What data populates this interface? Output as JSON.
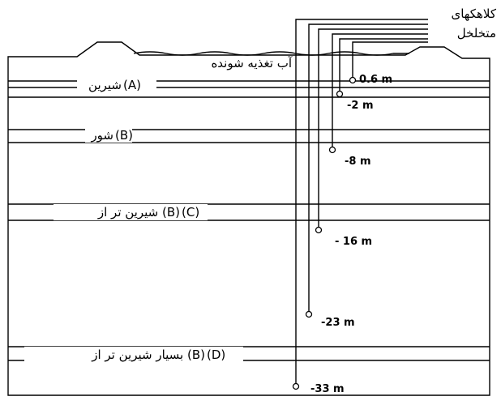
{
  "title_lines": [
    "کلاهکهای",
    "متخلخل"
  ],
  "recharge_label": "آب تغذیه شونده",
  "layers": [
    {
      "letter": "(A)",
      "text": "شیرین"
    },
    {
      "letter": "(B)",
      "text": "شور"
    },
    {
      "letter": "(C)",
      "text": "شیرین تر از (B)"
    },
    {
      "letter": "(D)",
      "text": "بسیار شیرین تر از (B)"
    }
  ],
  "depths": [
    "0.6 m",
    "-2 m",
    "-8 m",
    "- 16 m",
    "-23 m",
    "-33 m"
  ]
}
